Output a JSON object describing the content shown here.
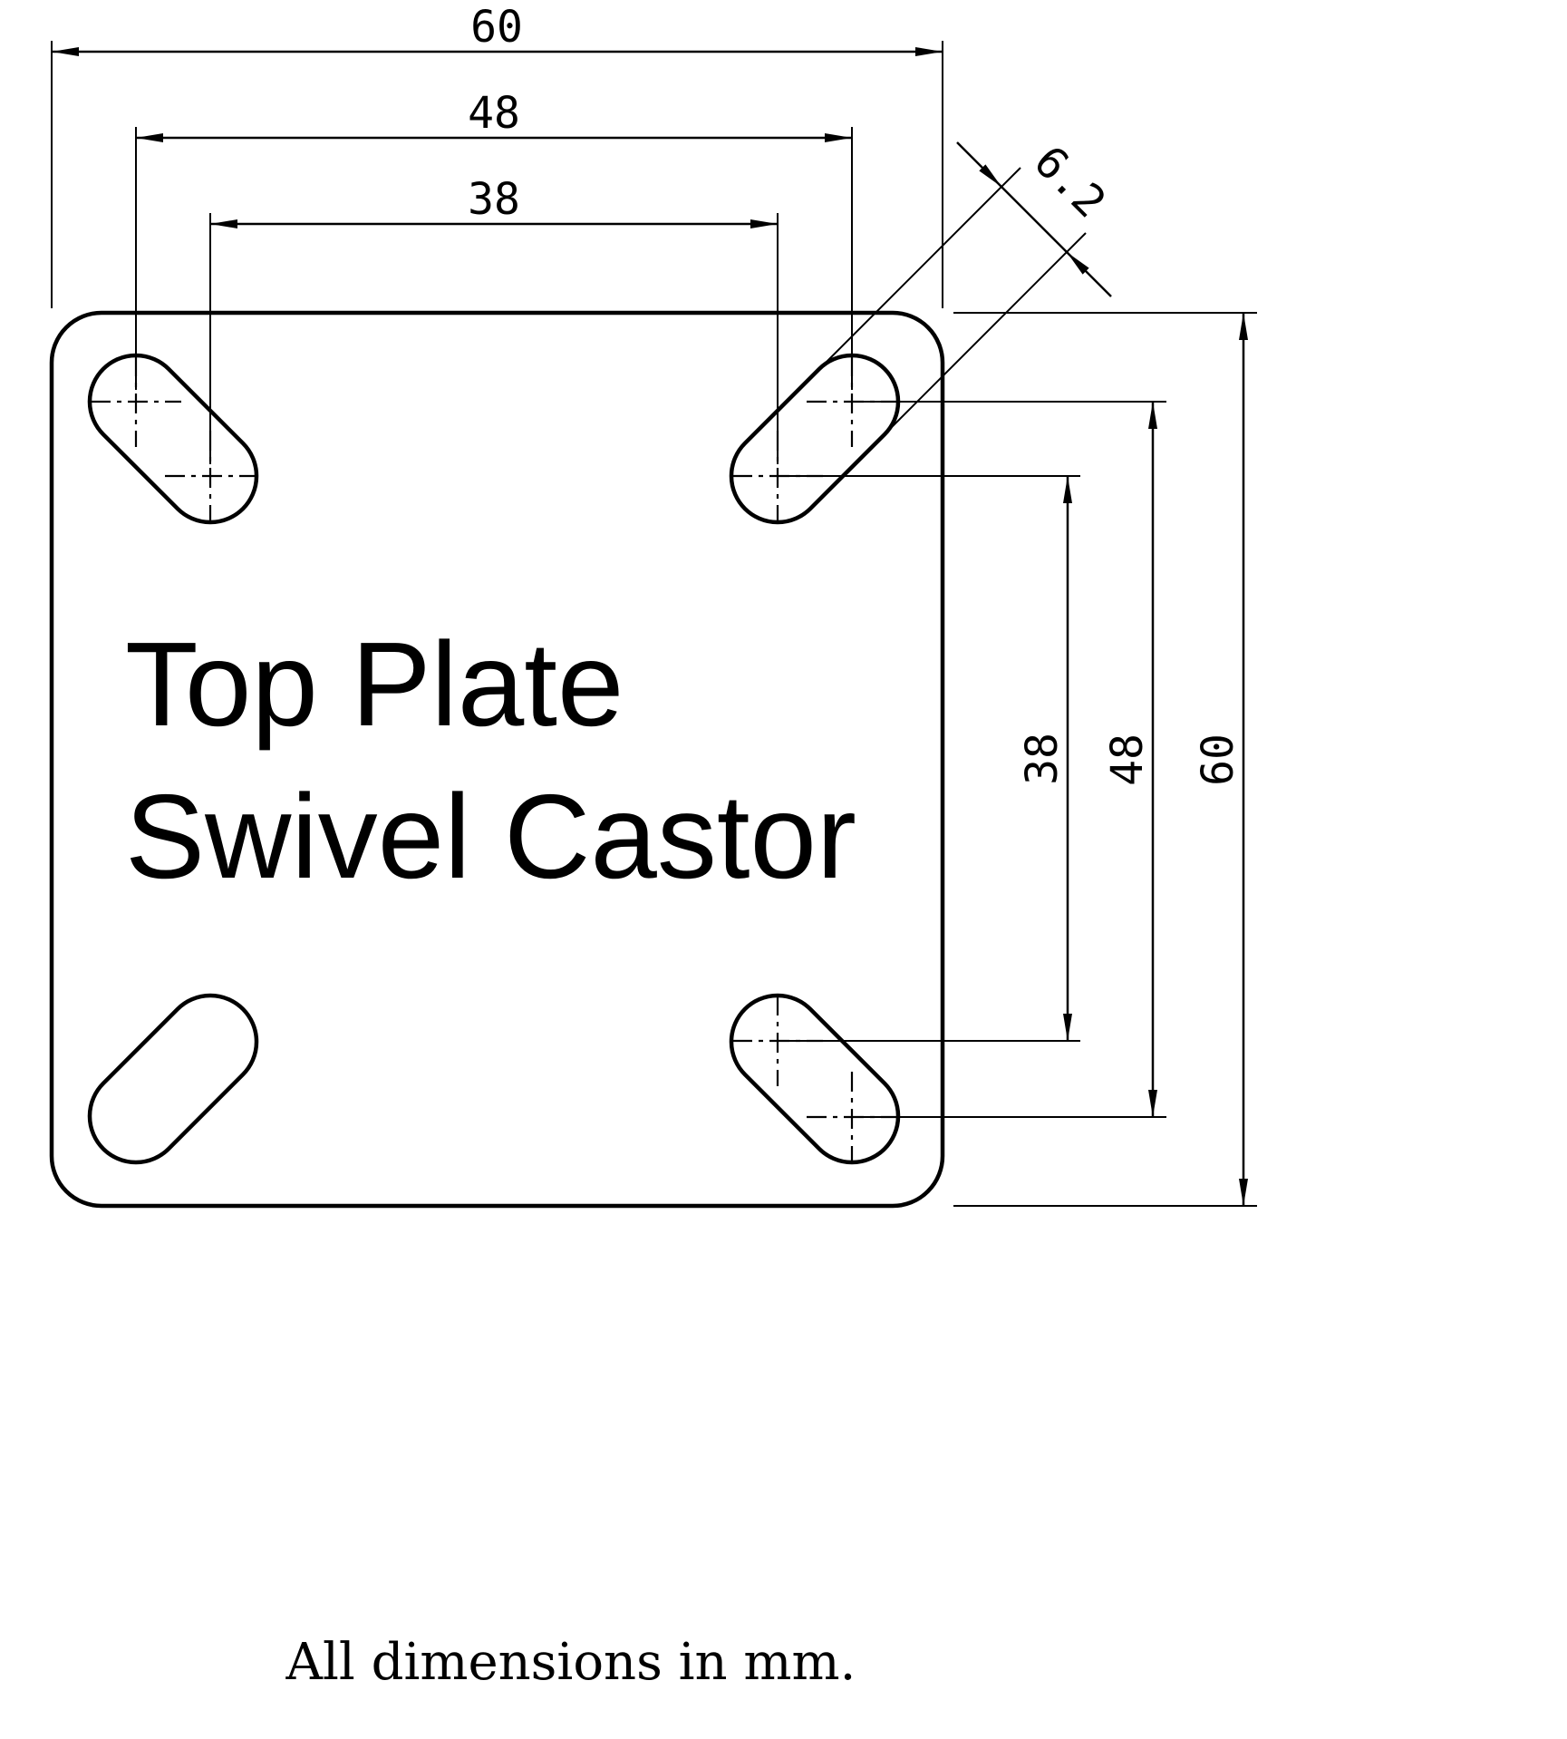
{
  "drawing": {
    "title_line1": "Top Plate",
    "title_line2": "Swivel Castor",
    "caption": "All dimensions in mm.",
    "dimensions": {
      "top_overall": "60",
      "top_outer_holes": "48",
      "top_inner_holes": "38",
      "right_inner_holes": "38",
      "right_outer_holes": "48",
      "right_overall": "60",
      "slot_width": "6.2"
    },
    "line_color": "#000000",
    "background_color": "#ffffff"
  }
}
